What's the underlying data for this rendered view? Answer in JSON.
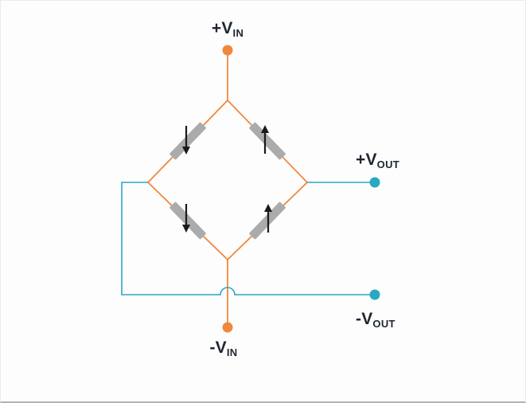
{
  "diagram": {
    "name": "Wheatstone bridge strain gauge circuit",
    "colors": {
      "excitation_wire": "#F0883C",
      "output_wire": "#2AA8C2",
      "gauge_body": "#ABABAB",
      "arrow": "#1A1A1A",
      "label_text": "#1F2630"
    },
    "terminals": [
      {
        "id": "vin-positive",
        "label_main": "+V",
        "label_sub": "IN"
      },
      {
        "id": "vin-negative",
        "label_main": "-V",
        "label_sub": "IN"
      },
      {
        "id": "vout-positive",
        "label_main": "+V",
        "label_sub": "OUT"
      },
      {
        "id": "vout-negative",
        "label_main": "-V",
        "label_sub": "OUT"
      }
    ],
    "gauges": [
      {
        "position": "top-left",
        "strain_arrow": "down"
      },
      {
        "position": "top-right",
        "strain_arrow": "up"
      },
      {
        "position": "bottom-left",
        "strain_arrow": "down"
      },
      {
        "position": "bottom-right",
        "strain_arrow": "up"
      }
    ]
  }
}
